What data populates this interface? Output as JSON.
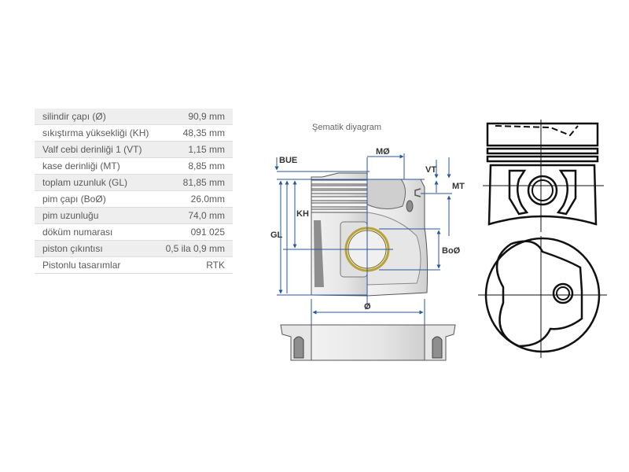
{
  "specs": {
    "rows": [
      {
        "label": "silindir çapı (Ø)",
        "value": "90,9 mm"
      },
      {
        "label": "sıkıştırma yüksekliği (KH)",
        "value": "48,35 mm"
      },
      {
        "label": "Valf cebi derinliği 1 (VT)",
        "value": "1,15 mm"
      },
      {
        "label": "kase derinliği (MT)",
        "value": "8,85 mm"
      },
      {
        "label": "toplam uzunluk (GL)",
        "value": "81,85 mm"
      },
      {
        "label": "pim çapı (BoØ)",
        "value": "26.0mm"
      },
      {
        "label": "pim uzunluğu",
        "value": "74,0 mm"
      },
      {
        "label": "döküm numarası",
        "value": "091 025"
      },
      {
        "label": "piston çıkıntısı",
        "value": "0,5 ila 0,9 mm"
      },
      {
        "label": "Pistonlu tasarımlar",
        "value": "RTK"
      }
    ]
  },
  "diagram": {
    "title": "Şematik diyagram",
    "labels": {
      "bue": "BUE",
      "mo": "MØ",
      "vt": "VT",
      "mt": "MT",
      "kh": "KH",
      "gl": "GL",
      "boo": "BoØ",
      "dia": "Ø"
    },
    "colors": {
      "dimension_line": "#2b5797",
      "pin_ring": "#b8a23a",
      "body_fill": "#e4e4e4",
      "shadow_fill": "#9a9a9a",
      "outline": "#222222"
    }
  }
}
